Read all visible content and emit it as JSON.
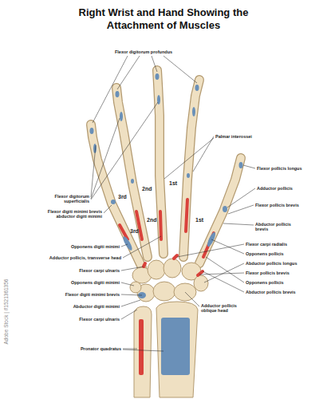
{
  "diagram": {
    "title": "Right Wrist and Hand Showing the Attachment of Muscles",
    "labels": [
      "Flexor digitorum profundus",
      "Palmar interossei",
      "Flexor pollicis longus",
      "Flexor digitorum superficialis",
      "Flexor digiti minimi brevis abductor digiti minimi",
      "1st",
      "2nd",
      "3rd",
      "2nd",
      "3rd",
      "1st",
      "Opponens digiti minimi",
      "Adductor pollicis, transverse head",
      "Flexor carpi ulnaris",
      "Opponens digiti minimi",
      "Flexor digiti minimi brevis",
      "Abductor digiti minimi",
      "Flexor carpi ulnaris",
      "Pronator quadratus",
      "Flexor carpi radialis",
      "Opponens pollicis",
      "Abductor pollicis longus",
      "Flexor pollicis brevis",
      "Opponens pollicis",
      "Abductor pollicis brevis",
      "Adductor pollicis oblique head",
      "Adductor pollicis",
      "Flexor pollicis brevis",
      "Abductor pollicis brevis",
      "Adobe Stock | #1521361356"
    ]
  }
}
